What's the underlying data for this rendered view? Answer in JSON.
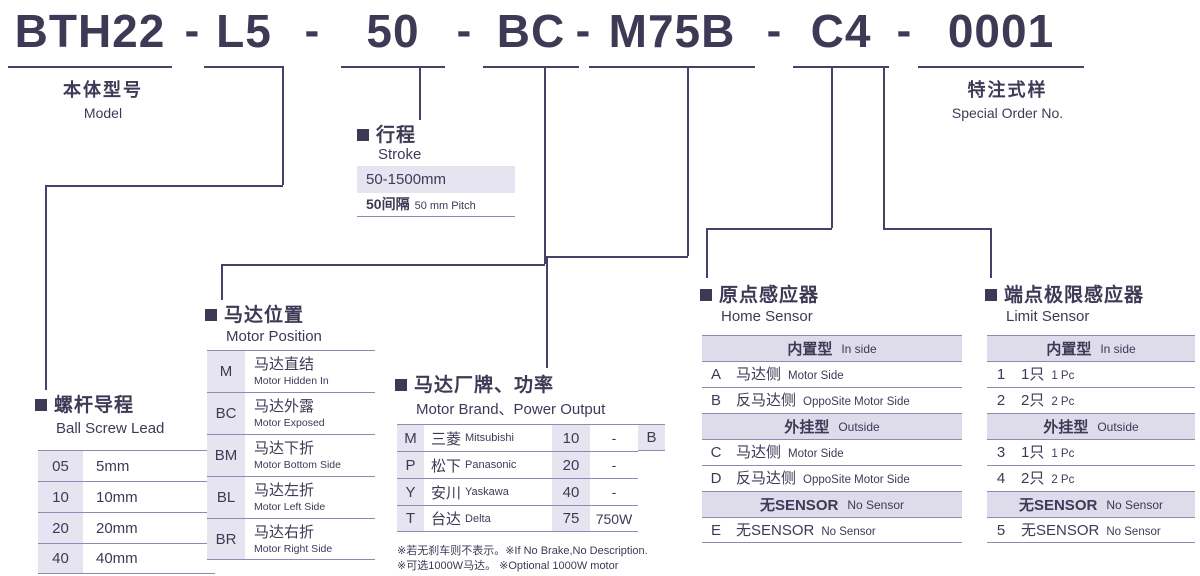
{
  "model_code": {
    "separator": "-",
    "segments": [
      "BTH22",
      "L5",
      "50",
      "BC",
      "M75B",
      "C4",
      "0001"
    ]
  },
  "model_label": {
    "zh": "本体型号",
    "en": "Model"
  },
  "special_order_label": {
    "zh": "特注式样",
    "en": "Special Order No."
  },
  "stroke": {
    "title_zh": "行程",
    "title_en": "Stroke",
    "range": "50-1500mm",
    "pitch_zh": "50间隔",
    "pitch_en": "50 mm Pitch"
  },
  "ball_screw_lead": {
    "title_zh": "螺杆导程",
    "title_en": "Ball Screw Lead",
    "rows": [
      {
        "code": "05",
        "value": "5mm"
      },
      {
        "code": "10",
        "value": "10mm"
      },
      {
        "code": "20",
        "value": "20mm"
      },
      {
        "code": "40",
        "value": "40mm"
      }
    ]
  },
  "motor_position": {
    "title_zh": "马达位置",
    "title_en": "Motor Position",
    "rows": [
      {
        "code": "M",
        "zh": "马达直结",
        "en": "Motor Hidden In"
      },
      {
        "code": "BC",
        "zh": "马达外露",
        "en": "Motor Exposed"
      },
      {
        "code": "BM",
        "zh": "马达下折",
        "en": "Motor Bottom Side"
      },
      {
        "code": "BL",
        "zh": "马达左折",
        "en": "Motor Left Side"
      },
      {
        "code": "BR",
        "zh": "马达右折",
        "en": "Motor Right Side"
      }
    ]
  },
  "motor_brand": {
    "title_zh": "马达厂牌、功率",
    "title_en": "Motor Brand、Power Output",
    "rows": [
      {
        "code": "M",
        "brand_zh": "三菱",
        "brand_en": "Mitsubishi",
        "power_code": "10",
        "power_value": "-"
      },
      {
        "code": "P",
        "brand_zh": "松下",
        "brand_en": "Panasonic",
        "power_code": "20",
        "power_value": "-"
      },
      {
        "code": "Y",
        "brand_zh": "安川",
        "brand_en": "Yaskawa",
        "power_code": "40",
        "power_value": "-"
      },
      {
        "code": "T",
        "brand_zh": "台达",
        "brand_en": "Delta",
        "power_code": "75",
        "power_value": "750W"
      }
    ],
    "brake_code": "B",
    "note1": "※若无刹车则不表示。※If No Brake,No Description.",
    "note2": "※可选1000W马达。 ※Optional 1000W motor"
  },
  "home_sensor": {
    "title_zh": "原点感应器",
    "title_en": "Home Sensor",
    "groups": {
      "inside_zh": "内置型",
      "inside_en": "In side",
      "outside_zh": "外挂型",
      "outside_en": "Outside",
      "none_zh": "无SENSOR",
      "none_en": "No Sensor"
    },
    "rows": [
      {
        "code": "A",
        "zh": "马达侧",
        "en": "Motor Side"
      },
      {
        "code": "B",
        "zh": "反马达侧",
        "en": "OppoSite Motor Side"
      },
      {
        "code": "C",
        "zh": "马达侧",
        "en": "Motor Side"
      },
      {
        "code": "D",
        "zh": "反马达侧",
        "en": "OppoSite Motor Side"
      },
      {
        "code": "E",
        "zh": "无SENSOR",
        "en": "No Sensor"
      }
    ]
  },
  "limit_sensor": {
    "title_zh": "端点极限感应器",
    "title_en": "Limit Sensor",
    "groups": {
      "inside_zh": "内置型",
      "inside_en": "In side",
      "outside_zh": "外挂型",
      "outside_en": "Outside",
      "none_zh": "无SENSOR",
      "none_en": "No Sensor"
    },
    "rows": [
      {
        "code": "1",
        "zh": "1只",
        "en": "1 Pc"
      },
      {
        "code": "2",
        "zh": "2只",
        "en": "2 Pc"
      },
      {
        "code": "3",
        "zh": "1只",
        "en": "1 Pc"
      },
      {
        "code": "4",
        "zh": "2只",
        "en": "2 Pc"
      },
      {
        "code": "5",
        "zh": "无SENSOR",
        "en": "No Sensor"
      }
    ]
  }
}
